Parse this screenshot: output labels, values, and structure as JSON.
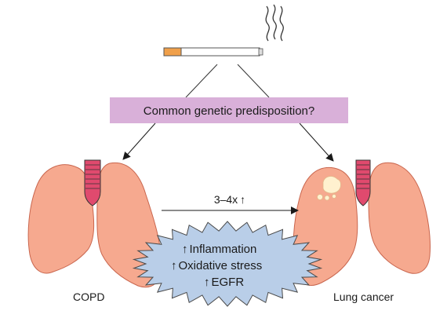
{
  "question_box": {
    "text": "Common genetic predisposition?",
    "fill": "#d9b0d9"
  },
  "risk_label": {
    "value": "3–4x",
    "arrow": "↑"
  },
  "mechanisms": [
    {
      "arrow": "↑",
      "label": "Inflammation"
    },
    {
      "arrow": "↑",
      "label": "Oxidative stress"
    },
    {
      "arrow": "↑",
      "label": "EGFR"
    }
  ],
  "left_organ": {
    "caption": "COPD"
  },
  "right_organ": {
    "caption": "Lung cancer"
  },
  "colors": {
    "lung_fill": "#f6a98f",
    "lung_stroke": "#c9664e",
    "trachea_fill": "#e04a6e",
    "starburst_fill": "#b9cee8",
    "cigarette_filter": "#f0a04a",
    "tumor_fill": "#fff1cf"
  }
}
